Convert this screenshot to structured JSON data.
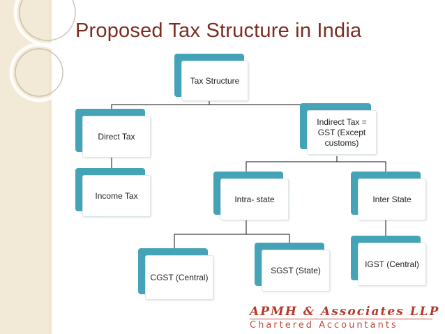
{
  "slide": {
    "title": "Proposed Tax Structure in India"
  },
  "diagram": {
    "nodes": {
      "root": "Tax Structure",
      "direct": "Direct Tax",
      "indirect": "Indirect Tax = GST (Except customs)",
      "income": "Income Tax",
      "intra": "Intra- state",
      "inter": "Inter State",
      "cgst": "CGST (Central)",
      "sgst": "SGST (State)",
      "igst": "IGST (Central)"
    },
    "colors": {
      "node_back": "#45a3b8",
      "connector": "#111111"
    }
  },
  "footer": {
    "logo_name": "APMH & Associates LLP",
    "logo_tagline": "Chartered Accountants"
  }
}
